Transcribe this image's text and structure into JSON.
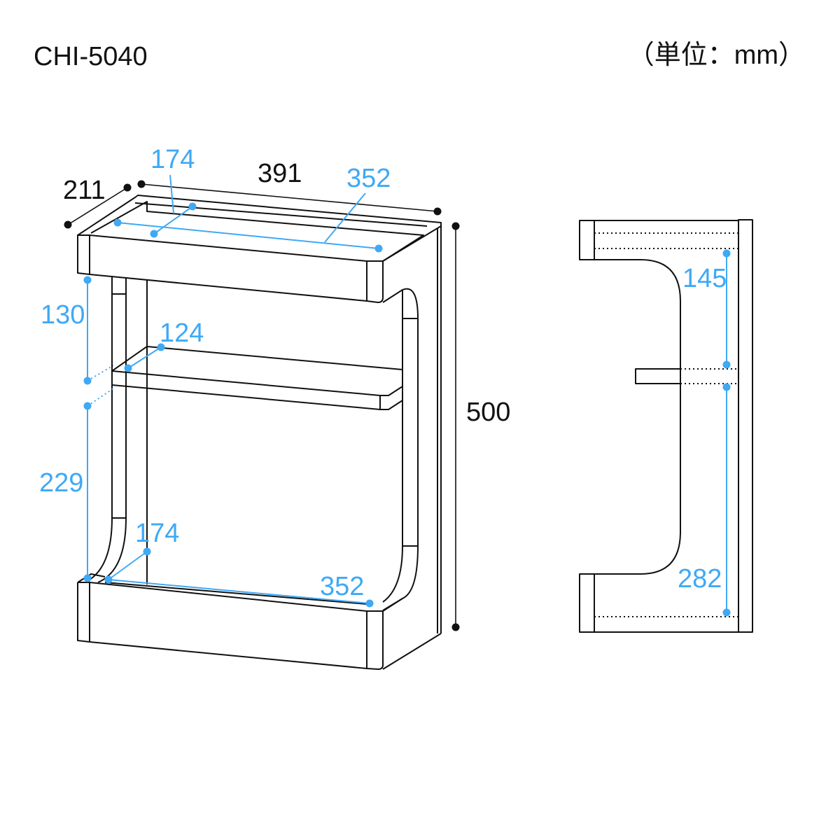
{
  "model": "CHI-5040",
  "unit_label": "（単位：mm）",
  "colors": {
    "dimension_blue": "#3fa9f5",
    "line": "#111111"
  },
  "front_view": {
    "width_overall": "391",
    "depth_overall": "211",
    "height_overall": "500",
    "top_inner_depth": "174",
    "top_inner_width": "352",
    "upper_gap_height": "130",
    "shelf_depth": "124",
    "lower_gap_height": "229",
    "bottom_inner_depth": "174",
    "bottom_inner_width": "352"
  },
  "side_view": {
    "upper_height": "145",
    "lower_height": "282"
  }
}
